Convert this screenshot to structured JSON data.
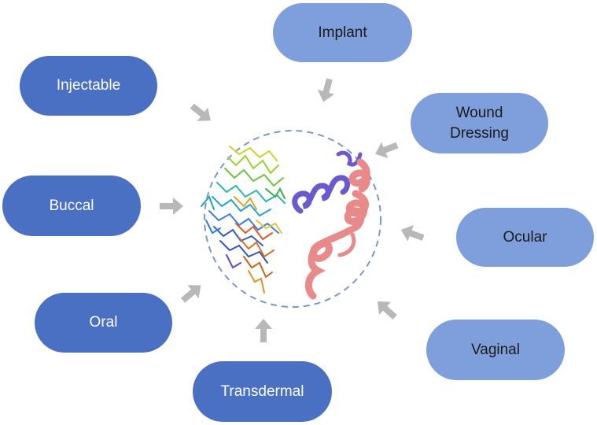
{
  "nodes": {
    "implant": "Implant",
    "injectable": "Injectable",
    "wound_dressing_line1": "Wound",
    "wound_dressing_line2": "Dressing",
    "buccal": "Buccal",
    "ocular": "Ocular",
    "oral": "Oral",
    "vaginal": "Vaginal",
    "transdermal": "Transdermal"
  },
  "colors": {
    "dark_pill": "#4a70c4",
    "light_pill": "#7f9fdc",
    "arrow": "#b8b8b8",
    "circle_border": "#7a96cc",
    "helix_purple": "#6a5acd",
    "helix_pink": "#e88a8a"
  }
}
